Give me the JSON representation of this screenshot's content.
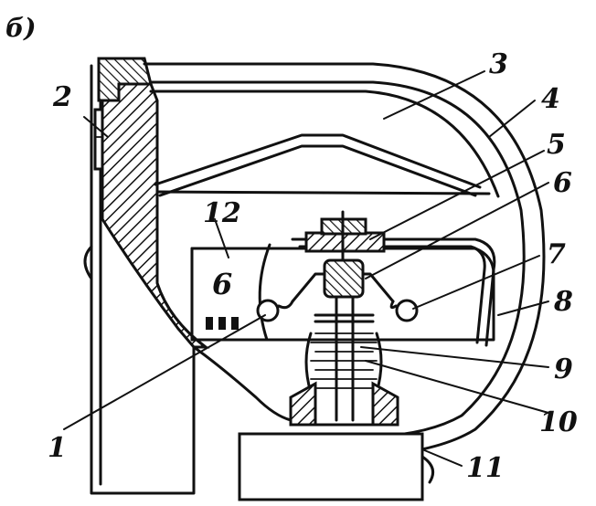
{
  "figure_label": "б)",
  "callouts": {
    "c1": "1",
    "c2": "2",
    "c3": "3",
    "c4": "4",
    "c5": "5",
    "c6": "6",
    "c7": "7",
    "c8": "8",
    "c9": "9",
    "c10": "10",
    "c11": "11",
    "c12": "12"
  },
  "window": {
    "digit": "6"
  }
}
